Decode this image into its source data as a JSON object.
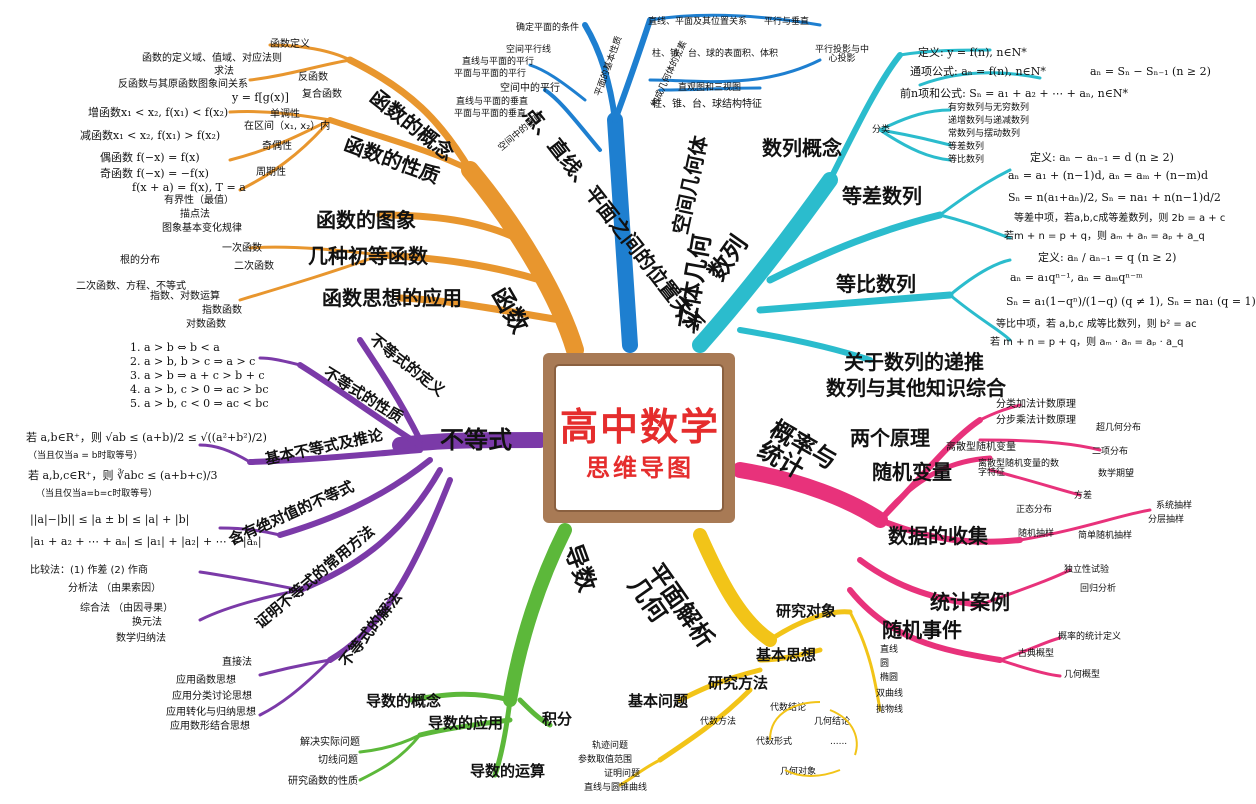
{
  "center": {
    "title": "高中数学",
    "subtitle": "思维导图"
  },
  "colors": {
    "function": "#e8962e",
    "geometry3d": "#1e7fd0",
    "sequence": "#2bbccd",
    "probability": "#e8327b",
    "plane_geometry": "#f2c418",
    "calculus": "#5cb83a",
    "inequality": "#7b3aa8",
    "board": "#a87a55"
  },
  "function": {
    "branch": "函数",
    "sub": [
      "函数的概念",
      "函数的性质",
      "函数的图象",
      "几种初等函数",
      "函数思想的应用"
    ],
    "concept": [
      "函数定义",
      "函数的定义域、值域、对应法则",
      "求法",
      "反函数",
      "反函数与其原函数图象间关系",
      "y = f[g(x)]",
      "复合函数"
    ],
    "property": [
      "单调性",
      "增函数x₁ < x₂, f(x₁) < f(x₂)",
      "在区间（x₁, x₂）内",
      "减函数x₁ < x₂, f(x₁) > f(x₂)",
      "奇偶性",
      "偶函数 f(−x) = f(x)",
      "奇函数 f(−x) = −f(x)",
      "周期性",
      "f(x + a) = f(x), T = a",
      "有界性（最值）"
    ],
    "graph": [
      "描点法",
      "图象基本变化规律"
    ],
    "elementary": [
      "一次函数",
      "二次函数",
      "根的分布",
      "二次函数、方程、不等式",
      "指数、对数运算",
      "指数函数",
      "对数函数"
    ]
  },
  "geometry3d": {
    "branch": "立体几何",
    "sub": [
      "空间几何体",
      "点、直线、平面之间的位置关系"
    ],
    "items": [
      "确定平面的条件",
      "平面的基本性质",
      "空间平行线",
      "直线与平面的平行",
      "平面与平面的平行",
      "空间中的平行",
      "直线与平面的垂直",
      "平面与平面的垂直",
      "空间中的垂直",
      "直线、平面及其位置关系",
      "平行与垂直",
      "构成几何体的元素",
      "柱、锥、台、球的表面积、体积",
      "直观图和三视图",
      "柱、锥、台、球结构特征",
      "平行投影与中心投影"
    ]
  },
  "sequence": {
    "branch": "数列",
    "sub": [
      "数列概念",
      "等差数列",
      "等比数列",
      "关于数列的递推",
      "数列与其他知识综合"
    ],
    "concept": [
      "定义: y = f(n), n∈N*",
      "通项公式: aₙ = f(n), n∈N*",
      "aₙ = Sₙ − Sₙ₋₁ (n ≥ 2)",
      "前n项和公式: Sₙ = a₁ + a₂ + ⋯ + aₙ, n∈N*",
      "分类",
      "有穷数列与无穷数列",
      "递增数列与递减数列",
      "常数列与摆动数列",
      "等差数列",
      "等比数列"
    ],
    "arith": [
      "定义: aₙ − aₙ₋₁ = d (n ≥ 2)",
      "aₙ = a₁ + (n−1)d, aₙ = aₘ + (n−m)d",
      "Sₙ = n(a₁+aₙ)/2, Sₙ = na₁ + n(n−1)d/2",
      "等差中项，若a,b,c成等差数列，则 2b = a + c",
      "若m + n = p + q，则 aₘ + aₙ = aₚ + a_q"
    ],
    "geom": [
      "定义: aₙ / aₙ₋₁ = q (n ≥ 2)",
      "aₙ = a₁qⁿ⁻¹, aₙ = aₘqⁿ⁻ᵐ",
      "Sₙ = a₁(1−qⁿ)/(1−q) (q ≠ 1), Sₙ = na₁ (q = 1)",
      "等比中项，若 a,b,c 成等比数列，则 b² = ac",
      "若 m + n = p + q，则 aₘ · aₙ = aₚ · a_q"
    ]
  },
  "probability": {
    "branch": "概率与统计",
    "sub": [
      "两个原理",
      "随机变量",
      "数据的收集",
      "统计案例",
      "随机事件"
    ],
    "items": [
      "分类加法计数原理",
      "分步乘法计数原理",
      "超几何分布",
      "离散型随机变量",
      "二项分布",
      "离散型随机变量的数字特征",
      "数学期望",
      "方差",
      "正态分布",
      "随机抽样",
      "系统抽样",
      "分层抽样",
      "简单随机抽样",
      "独立性试验",
      "回归分析",
      "概率的统计定义",
      "古典概型",
      "几何概型"
    ]
  },
  "plane_geometry": {
    "branch": "平面解析几何",
    "sub": [
      "研究对象",
      "基本思想",
      "研究方法",
      "基本问题"
    ],
    "objects": [
      "直线",
      "圆",
      "椭圆",
      "双曲线",
      "抛物线"
    ],
    "methods": [
      "代数方法",
      "代数结论",
      "几何结论",
      "代数形式",
      "......",
      "几何对象"
    ],
    "problems": [
      "轨迹问题",
      "参数取值范围",
      "证明问题",
      "直线与圆锥曲线"
    ]
  },
  "calculus": {
    "branch": "导数",
    "sub": [
      "导数的概念",
      "导数的应用",
      "积分",
      "导数的运算"
    ],
    "items": [
      "解决实际问题",
      "切线问题",
      "研究函数的性质"
    ]
  },
  "inequality": {
    "branch": "不等式",
    "sub": [
      "不等式的定义",
      "不等式的性质",
      "基本不等式及推论",
      "含有绝对值的不等式",
      "证明不等式的常用方法",
      "不等式的解法"
    ],
    "props": [
      "1. a > b ⇔ b < a",
      "2. a > b, b > c ⇒ a > c",
      "3. a > b ⇒ a + c > b + c",
      "4. a > b, c > 0 ⇒ ac > bc",
      "5. a > b, c < 0 ⇒ ac < bc"
    ],
    "basic": [
      "若 a,b∈R⁺，则 √ab ≤ (a+b)/2 ≤ √((a²+b²)/2)",
      "（当且仅当a = b时取等号）",
      "若 a,b,c∈R⁺，则 ∛abc ≤ (a+b+c)/3",
      "（当且仅当a=b=c时取等号）"
    ],
    "abs": [
      "||a|−|b|| ≤ |a ± b| ≤ |a| + |b|",
      "|a₁ + a₂ + ⋯ + aₙ| ≤ |a₁| + |a₂| + ⋯ + |aₙ|"
    ],
    "proof": [
      "比较法：(1) 作差 (2) 作商",
      "分析法 （由果索因）",
      "综合法 （由因寻果）",
      "换元法",
      "数学归纳法"
    ],
    "solve": [
      "直接法",
      "应用函数思想",
      "应用分类讨论思想",
      "应用转化与归纳思想",
      "应用数形结合思想"
    ]
  }
}
